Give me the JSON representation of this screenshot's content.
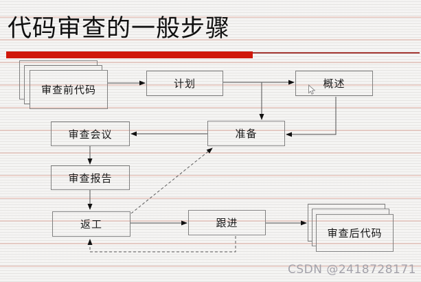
{
  "slide": {
    "title": "代码审查的一般步骤",
    "watermark": "CSDN @2418728171",
    "accent_bar_color": "#d0180a",
    "accent_line_color": "#a23530",
    "box_border_color": "#7f7f7f",
    "connector_color": "#4d4d4d"
  },
  "icons": {
    "cursor": "mouse-pointer-icon"
  },
  "diagram": {
    "nodes": {
      "pre_code": "审查前代码",
      "plan": "计划",
      "overview": "概述",
      "prepare": "准备",
      "meeting": "审查会议",
      "report": "审查报告",
      "rework": "返工",
      "follow_up": "跟进",
      "post_code": "审查后代码"
    },
    "edges": [
      {
        "from": "审查前代码",
        "to": "计划",
        "style": "solid"
      },
      {
        "from": "计划",
        "to": "概述",
        "style": "solid"
      },
      {
        "from": "计划",
        "to": "准备",
        "style": "solid"
      },
      {
        "from": "概述",
        "to": "准备",
        "style": "solid"
      },
      {
        "from": "准备",
        "to": "审查会议",
        "style": "solid"
      },
      {
        "from": "审查会议",
        "to": "审查报告",
        "style": "solid"
      },
      {
        "from": "审查报告",
        "to": "返工",
        "style": "solid"
      },
      {
        "from": "返工",
        "to": "跟进",
        "style": "solid"
      },
      {
        "from": "跟进",
        "to": "审查后代码",
        "style": "solid"
      },
      {
        "from": "返工",
        "to": "准备",
        "style": "dashed"
      },
      {
        "from": "跟进",
        "to": "返工",
        "style": "dashed"
      }
    ]
  }
}
